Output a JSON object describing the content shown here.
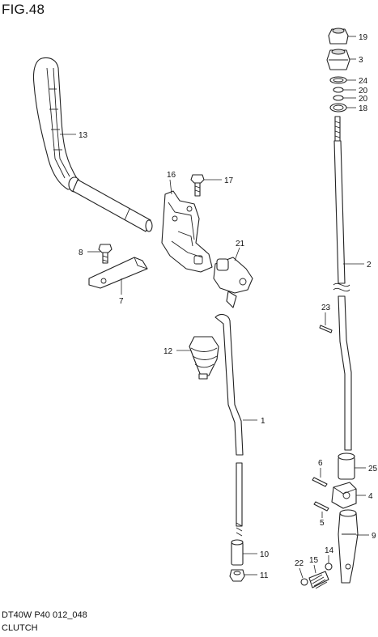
{
  "figure": {
    "title": "FIG.48",
    "code": "DT40W P40 012_048",
    "name": "CLUTCH"
  },
  "callouts": {
    "p1": "1",
    "p2": "2",
    "p3": "3",
    "p4": "4",
    "p5": "5",
    "p6": "6",
    "p7": "7",
    "p8": "8",
    "p9": "9",
    "p10": "10",
    "p11": "11",
    "p12": "12",
    "p13": "13",
    "p14": "14",
    "p15": "15",
    "p16": "16",
    "p17": "17",
    "p18": "18",
    "p19": "19",
    "p20a": "20",
    "p20b": "20",
    "p21": "21",
    "p22": "22",
    "p23": "23",
    "p24": "24",
    "p25": "25"
  }
}
